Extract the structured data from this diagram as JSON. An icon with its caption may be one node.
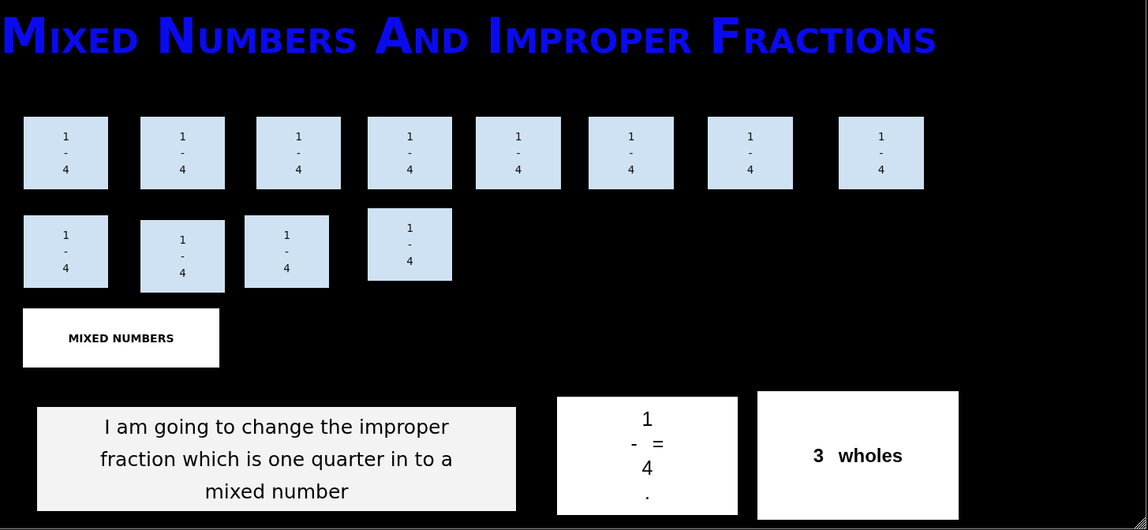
{
  "diagram": {
    "title": "Mixed Numbers And Improper Fractions",
    "nodes": [
      {
        "text": [
          "1",
          "-",
          "4"
        ]
      },
      {
        "text": [
          "1",
          "-",
          "4"
        ]
      },
      {
        "text": [
          "1",
          "-",
          "4"
        ]
      },
      {
        "text": [
          "1",
          "-",
          "4"
        ]
      },
      {
        "text": [
          "1",
          "-",
          "4"
        ]
      },
      {
        "text": [
          "1",
          "-",
          "4"
        ]
      },
      {
        "text": [
          "1",
          "-",
          "4"
        ]
      },
      {
        "text": [
          "1",
          "-",
          "4"
        ]
      },
      {
        "text": [
          "1",
          "-",
          "4"
        ]
      },
      {
        "text": [
          "1",
          "-",
          "4"
        ]
      },
      {
        "text": [
          "1",
          "-",
          "4"
        ]
      },
      {
        "text": [
          "1",
          "-",
          "4"
        ]
      },
      {
        "text": [
          "MIXED NUMBERS"
        ]
      },
      {
        "text": [
          "I am going to change the improper fraction which is one quarter in to a mixed number"
        ]
      },
      {
        "text": [
          "1",
          "- =",
          "4",
          "."
        ]
      },
      {
        "text": [
          "3 wholes"
        ]
      }
    ]
  }
}
